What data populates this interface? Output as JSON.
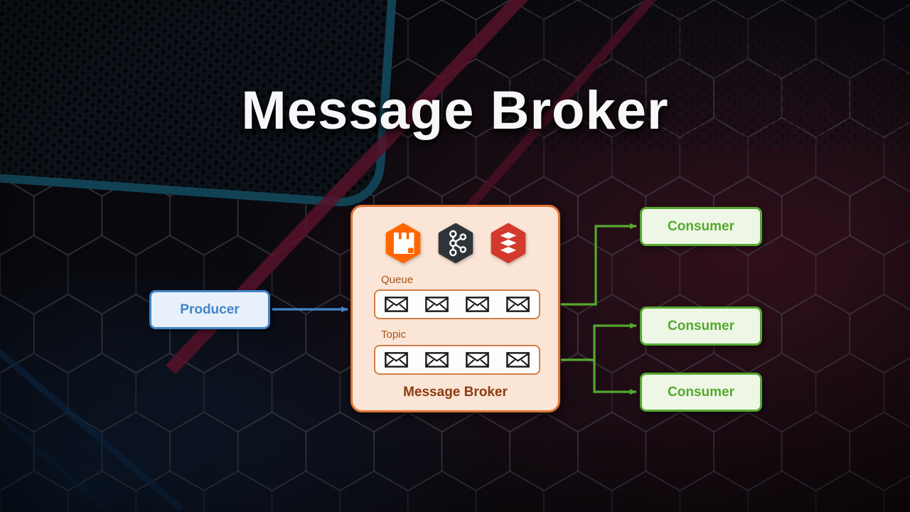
{
  "title": "Message Broker",
  "producer": {
    "label": "Producer"
  },
  "broker": {
    "title": "Message Broker",
    "icons": [
      {
        "name": "rabbitmq",
        "color": "#ff6600"
      },
      {
        "name": "apache-kafka",
        "color": "#2f3439"
      },
      {
        "name": "redis",
        "color": "#d33a2c"
      }
    ],
    "queue": {
      "label": "Queue",
      "message_count": 4
    },
    "topic": {
      "label": "Topic",
      "message_count": 4
    }
  },
  "consumers": [
    {
      "label": "Consumer"
    },
    {
      "label": "Consumer"
    },
    {
      "label": "Consumer"
    }
  ],
  "colors": {
    "producer_accent": "#4285c8",
    "producer_fill": "#e8f1fb",
    "broker_accent": "#dd7234",
    "broker_fill": "#fbe5d6",
    "consumer_accent": "#55a82f",
    "consumer_fill": "#eef7e6",
    "arrow_blue": "#4285c8",
    "arrow_green": "#55a82f"
  }
}
